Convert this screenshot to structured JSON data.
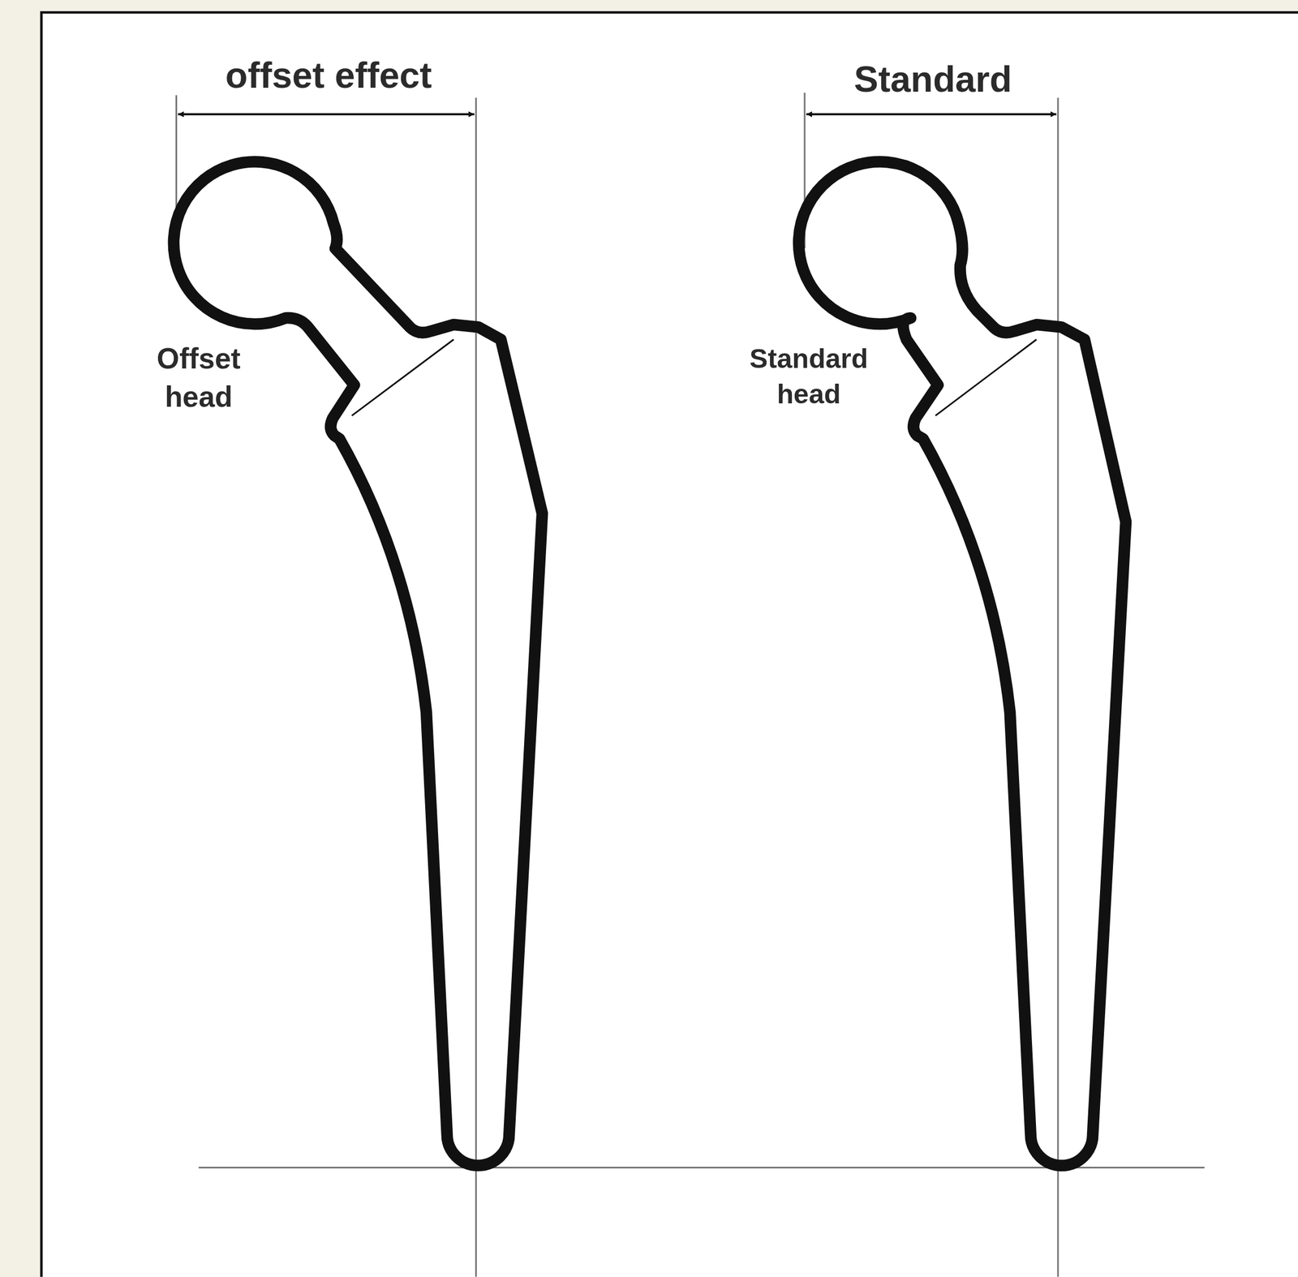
{
  "diagram": {
    "labels": [
      "offset effect",
      "Standard",
      "Offset head",
      "Standard head"
    ]
  }
}
